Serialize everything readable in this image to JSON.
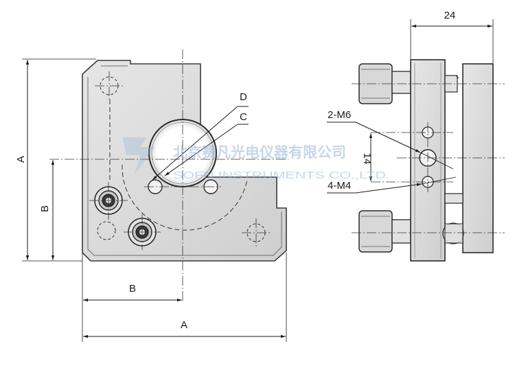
{
  "front_view": {
    "label_d": "D",
    "label_c": "C",
    "label_a_vertical": "A",
    "label_b_vertical": "B",
    "label_b_horizontal": "B",
    "label_a_horizontal": "A"
  },
  "side_view": {
    "label_width": "24",
    "label_thread_center": "2-M6",
    "label_spacing": "14",
    "label_thread_holes": "4-M4"
  },
  "watermark": {
    "company_cn": "北京赛凡光电仪器有限公司",
    "company_en": "SOFN INSTRUMENTS CO.,LTD."
  },
  "colors": {
    "part_fill": "#dedede",
    "part_stroke": "#3a3a3a",
    "line": "#1a1a1a",
    "watermark": "#9ab6d6"
  }
}
